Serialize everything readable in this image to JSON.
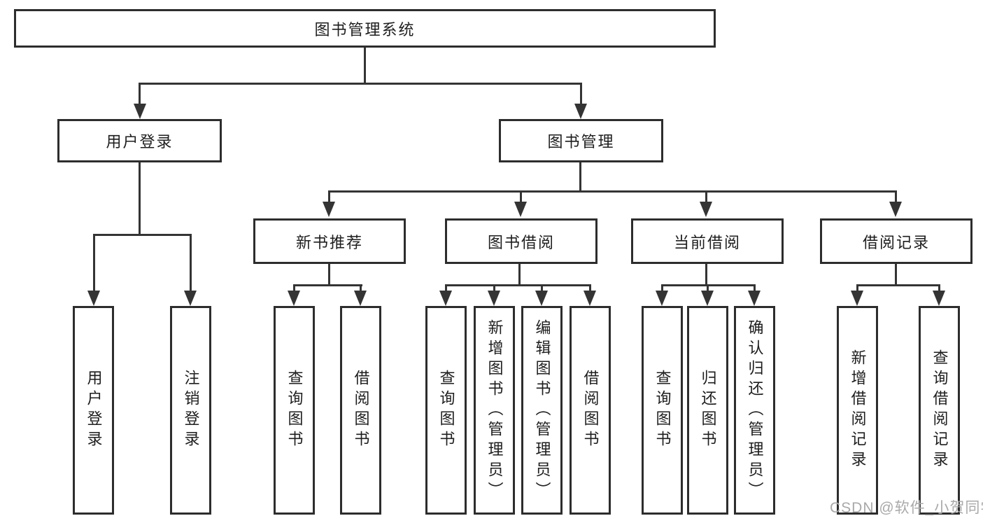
{
  "nodes": {
    "root": "图书管理系统",
    "user_login": "用户登录",
    "book_mgmt": "图书管理",
    "new_book_rec": "新书推荐",
    "book_borrow": "图书借阅",
    "current_borrow": "当前借阅",
    "borrow_record": "借阅记录",
    "leaf_user_login": "用户登录",
    "leaf_logout": "注销登录",
    "leaf_query_book_rec": "查询图书",
    "leaf_borrow_book_rec": "借阅图书",
    "leaf_query_book_borrow": "查询图书",
    "leaf_add_book": "新增图书（管理员）",
    "leaf_edit_book": "编辑图书（管理员）",
    "leaf_borrow_book_borrow": "借阅图书",
    "leaf_query_book_current": "查询图书",
    "leaf_return_book": "归还图书",
    "leaf_confirm_return": "确认归还（管理员）",
    "leaf_add_record": "新增借阅记录",
    "leaf_query_record": "查询借阅记录"
  },
  "watermark": "CSDN @软件_小贺同学",
  "colors": {
    "line": "#343434",
    "border": "#2d2d2d",
    "text": "#1e1e1e",
    "watermark": "#a9a9a9",
    "background": "#ffffff"
  }
}
